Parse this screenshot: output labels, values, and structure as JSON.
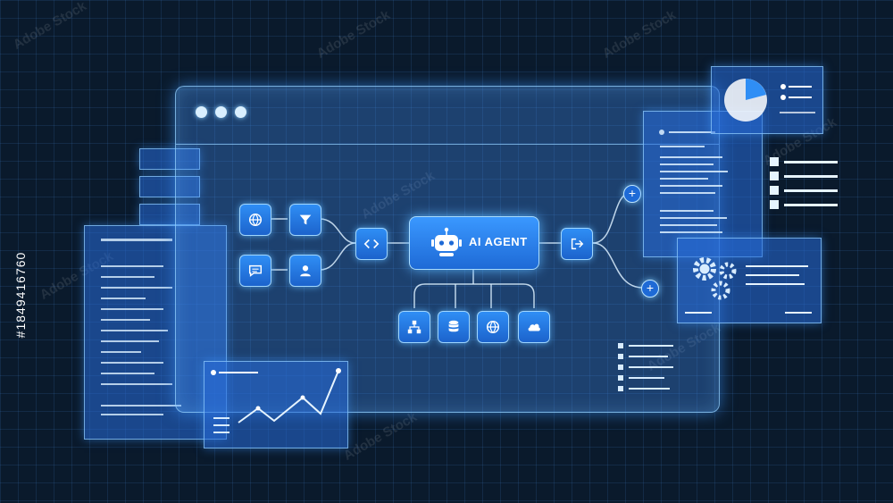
{
  "window": {
    "title_dots": 3
  },
  "agent": {
    "label": "AI AGENT",
    "icon": "robot-icon"
  },
  "flow_nodes": {
    "inputs": [
      "globe-icon",
      "chat-icon"
    ],
    "filters": [
      "filter-icon",
      "user-icon"
    ],
    "router": "code-icon",
    "tools": [
      "hierarchy-icon",
      "database-icon",
      "globe-icon",
      "cloud-icon"
    ],
    "output": "logout-icon",
    "branches": [
      "plus-icon",
      "plus-icon"
    ]
  },
  "stock_id": "#1849416760",
  "watermark": "Adobe Stock",
  "colors": {
    "background": "#0a1a2c",
    "accent": "#2f8ef5",
    "glow": "#8fd0ff"
  }
}
